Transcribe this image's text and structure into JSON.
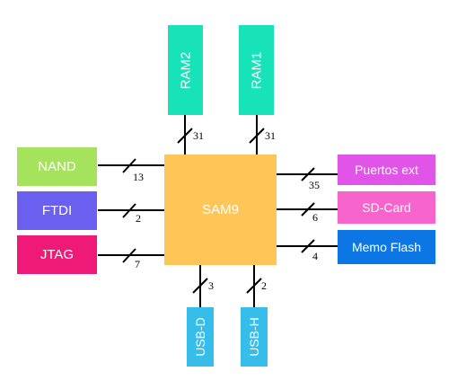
{
  "diagram": {
    "center": {
      "label": "SAM9",
      "color": "#fdc657"
    },
    "top": [
      {
        "label": "RAM2",
        "bus_width": "31",
        "color": "#18e2b8"
      },
      {
        "label": "RAM1",
        "bus_width": "31",
        "color": "#18e2b8"
      }
    ],
    "left": [
      {
        "label": "NAND",
        "bus_width": "13",
        "color": "#a6e35c"
      },
      {
        "label": "FTDI",
        "bus_width": "2",
        "color": "#6b5ff0"
      },
      {
        "label": "JTAG",
        "bus_width": "7",
        "color": "#ef1a77"
      }
    ],
    "right": [
      {
        "label": "Puertos ext",
        "bus_width": "35",
        "color": "#e055e8"
      },
      {
        "label": "SD-Card",
        "bus_width": "6",
        "color": "#f764cb"
      },
      {
        "label": "Memo Flash",
        "bus_width": "4",
        "color": "#0c77e4"
      }
    ],
    "bottom": [
      {
        "label": "USB-D",
        "bus_width": "3",
        "color": "#37bdea"
      },
      {
        "label": "USB-H",
        "bus_width": "2",
        "color": "#37bdea"
      }
    ]
  }
}
